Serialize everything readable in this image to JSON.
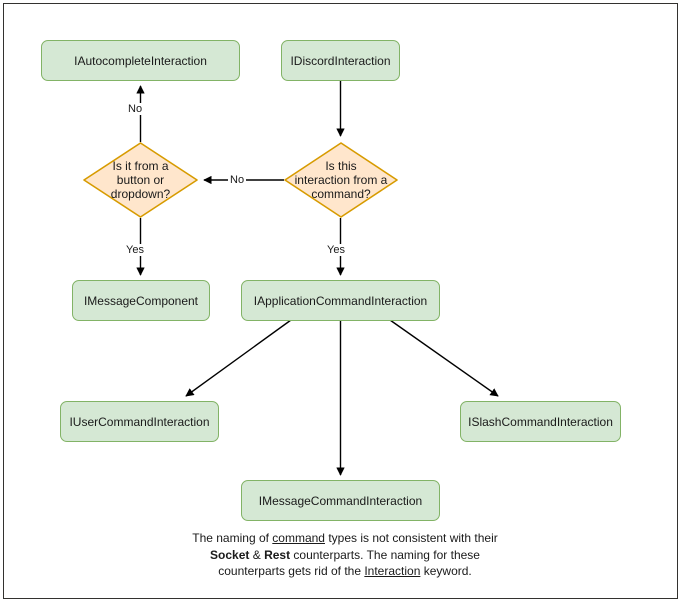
{
  "diagram": {
    "title": "Discord interaction type hierarchy flowchart",
    "colors": {
      "box_fill": "#d5e8d4",
      "box_border": "#82b366",
      "diamond_fill": "#ffe6cc",
      "diamond_border": "#d79b00",
      "edge": "#000000",
      "page_border": "#33322f",
      "background": "#ffffff"
    },
    "nodes": [
      {
        "id": "autocomplete",
        "type": "box",
        "label": "IAutocompleteInteraction"
      },
      {
        "id": "discord",
        "type": "box",
        "label": "IDiscordInteraction"
      },
      {
        "id": "decision_button",
        "type": "diamond",
        "label": "Is it from a\nbutton or\ndropdown?"
      },
      {
        "id": "decision_command",
        "type": "diamond",
        "label": "Is this\ninteraction from a\ncommand?"
      },
      {
        "id": "messagecomponent",
        "type": "box",
        "label": "IMessageComponent"
      },
      {
        "id": "appcommand",
        "type": "box",
        "label": "IApplicationCommandInteraction"
      },
      {
        "id": "usercommand",
        "type": "box",
        "label": "IUserCommandInteraction"
      },
      {
        "id": "messagecommand",
        "type": "box",
        "label": "IMessageCommandInteraction"
      },
      {
        "id": "slashcommand",
        "type": "box",
        "label": "ISlashCommandInteraction"
      }
    ],
    "edges": [
      {
        "id": "discord-to-command",
        "from": "discord",
        "to": "decision_command",
        "label": ""
      },
      {
        "id": "command-no-to-button",
        "from": "decision_command",
        "to": "decision_button",
        "label": "No"
      },
      {
        "id": "button-no-to-autocomplete",
        "from": "decision_button",
        "to": "autocomplete",
        "label": "No"
      },
      {
        "id": "button-yes-to-messagecomponent",
        "from": "decision_button",
        "to": "messagecomponent",
        "label": "Yes"
      },
      {
        "id": "command-yes-to-appcommand",
        "from": "decision_command",
        "to": "appcommand",
        "label": "Yes"
      },
      {
        "id": "appcommand-to-usercommand",
        "from": "appcommand",
        "to": "usercommand",
        "label": ""
      },
      {
        "id": "appcommand-to-messagecommand",
        "from": "appcommand",
        "to": "messagecommand",
        "label": ""
      },
      {
        "id": "appcommand-to-slashcommand",
        "from": "appcommand",
        "to": "slashcommand",
        "label": ""
      }
    ],
    "footer": {
      "line1_part1": "The naming of ",
      "line1_underlined": "command",
      "line1_part2": " types is not consistent with their",
      "line2_bold1": "Socket",
      "line2_amp": " & ",
      "line2_bold2": "Rest",
      "line2_rest": " counterparts. The naming for these",
      "line3_part1": "counterparts gets rid of the ",
      "line3_underlined": "Interaction",
      "line3_part2": " keyword."
    }
  }
}
